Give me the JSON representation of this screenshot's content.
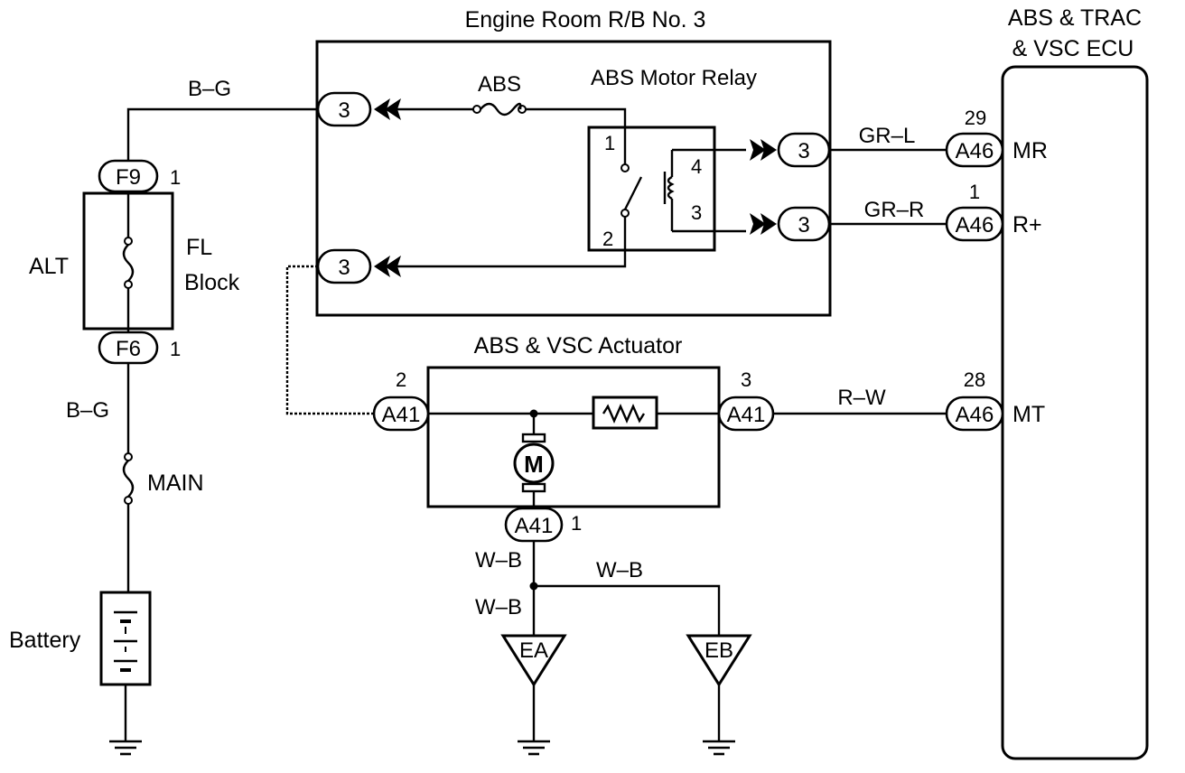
{
  "components": {
    "relay_block": "Engine Room R/B No. 3",
    "ecu_line1": "ABS & TRAC",
    "ecu_line2": "& VSC ECU",
    "abs_fuse": "ABS",
    "motor_relay": "ABS Motor Relay",
    "actuator": "ABS & VSC Actuator",
    "alt": "ALT",
    "fl_line1": "FL",
    "fl_line2": "Block",
    "main_fuse": "MAIN",
    "battery": "Battery",
    "motor_symbol": "M"
  },
  "wires": {
    "top_left": "B–G",
    "left_mid": "B–G",
    "mr_wire": "GR–L",
    "rplus_wire": "GR–R",
    "mt_wire": "R–W",
    "ground_1": "W–B",
    "ground_2": "W–B",
    "ground_3": "W–B"
  },
  "connectors": {
    "f9": "F9",
    "f9_pin": "1",
    "f6": "F6",
    "f6_pin": "1",
    "rb_top": "3",
    "rb_bottom": "3",
    "rb_right_top": "3",
    "rb_right_bottom": "3",
    "a41_left": "A41",
    "a41_left_pin": "2",
    "a41_right": "A41",
    "a41_right_pin": "3",
    "a41_bottom": "A41",
    "a41_bottom_pin": "1",
    "a46_mr": "A46",
    "a46_mr_pin": "29",
    "a46_rplus": "A46",
    "a46_rplus_pin": "1",
    "a46_mt": "A46",
    "a46_mt_pin": "28"
  },
  "relay_pins": {
    "p1": "1",
    "p2": "2",
    "p3": "3",
    "p4": "4"
  },
  "ecu_terminals": {
    "mr": "MR",
    "rplus": "R+",
    "mt": "MT"
  },
  "grounds": {
    "ea": "EA",
    "eb": "EB"
  }
}
